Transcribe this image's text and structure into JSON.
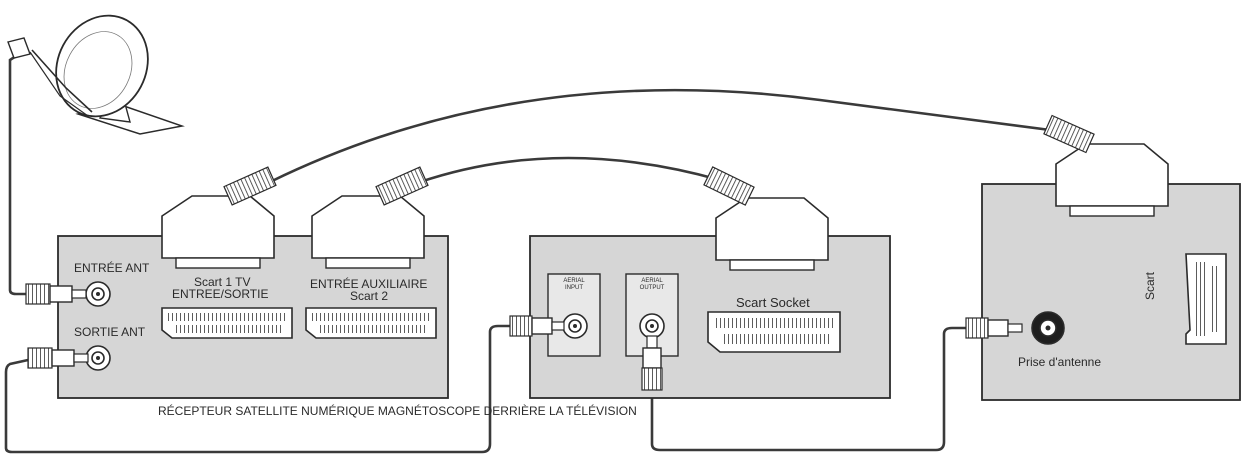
{
  "labels": {
    "entree_ant": "ENTRÉE ANT",
    "sortie_ant": "SORTIE ANT",
    "scart1_line1": "Scart 1 TV",
    "scart1_line2": "ENTREE/SORTIE",
    "aux_line1": "ENTRÉE AUXILIAIRE",
    "aux_line2": "Scart 2",
    "aerial_input": "AERIAL INPUT",
    "aerial_output": "AERIAL OUTPUT",
    "scart_socket": "Scart Socket",
    "scart_tv": "Scart",
    "prise_antenne": "Prise d'antenne",
    "caption": "RÉCEPTEUR SATELLITE NUMÉRIQUE MAGNÉTOSCOPE DERRIÈRE LA TÉLÉVISION"
  },
  "colors": {
    "panel_fill": "#d6d6d6",
    "panel_stroke": "#2b2b2b",
    "cable": "#3a3a3a",
    "socket_fill": "#ffffff"
  }
}
